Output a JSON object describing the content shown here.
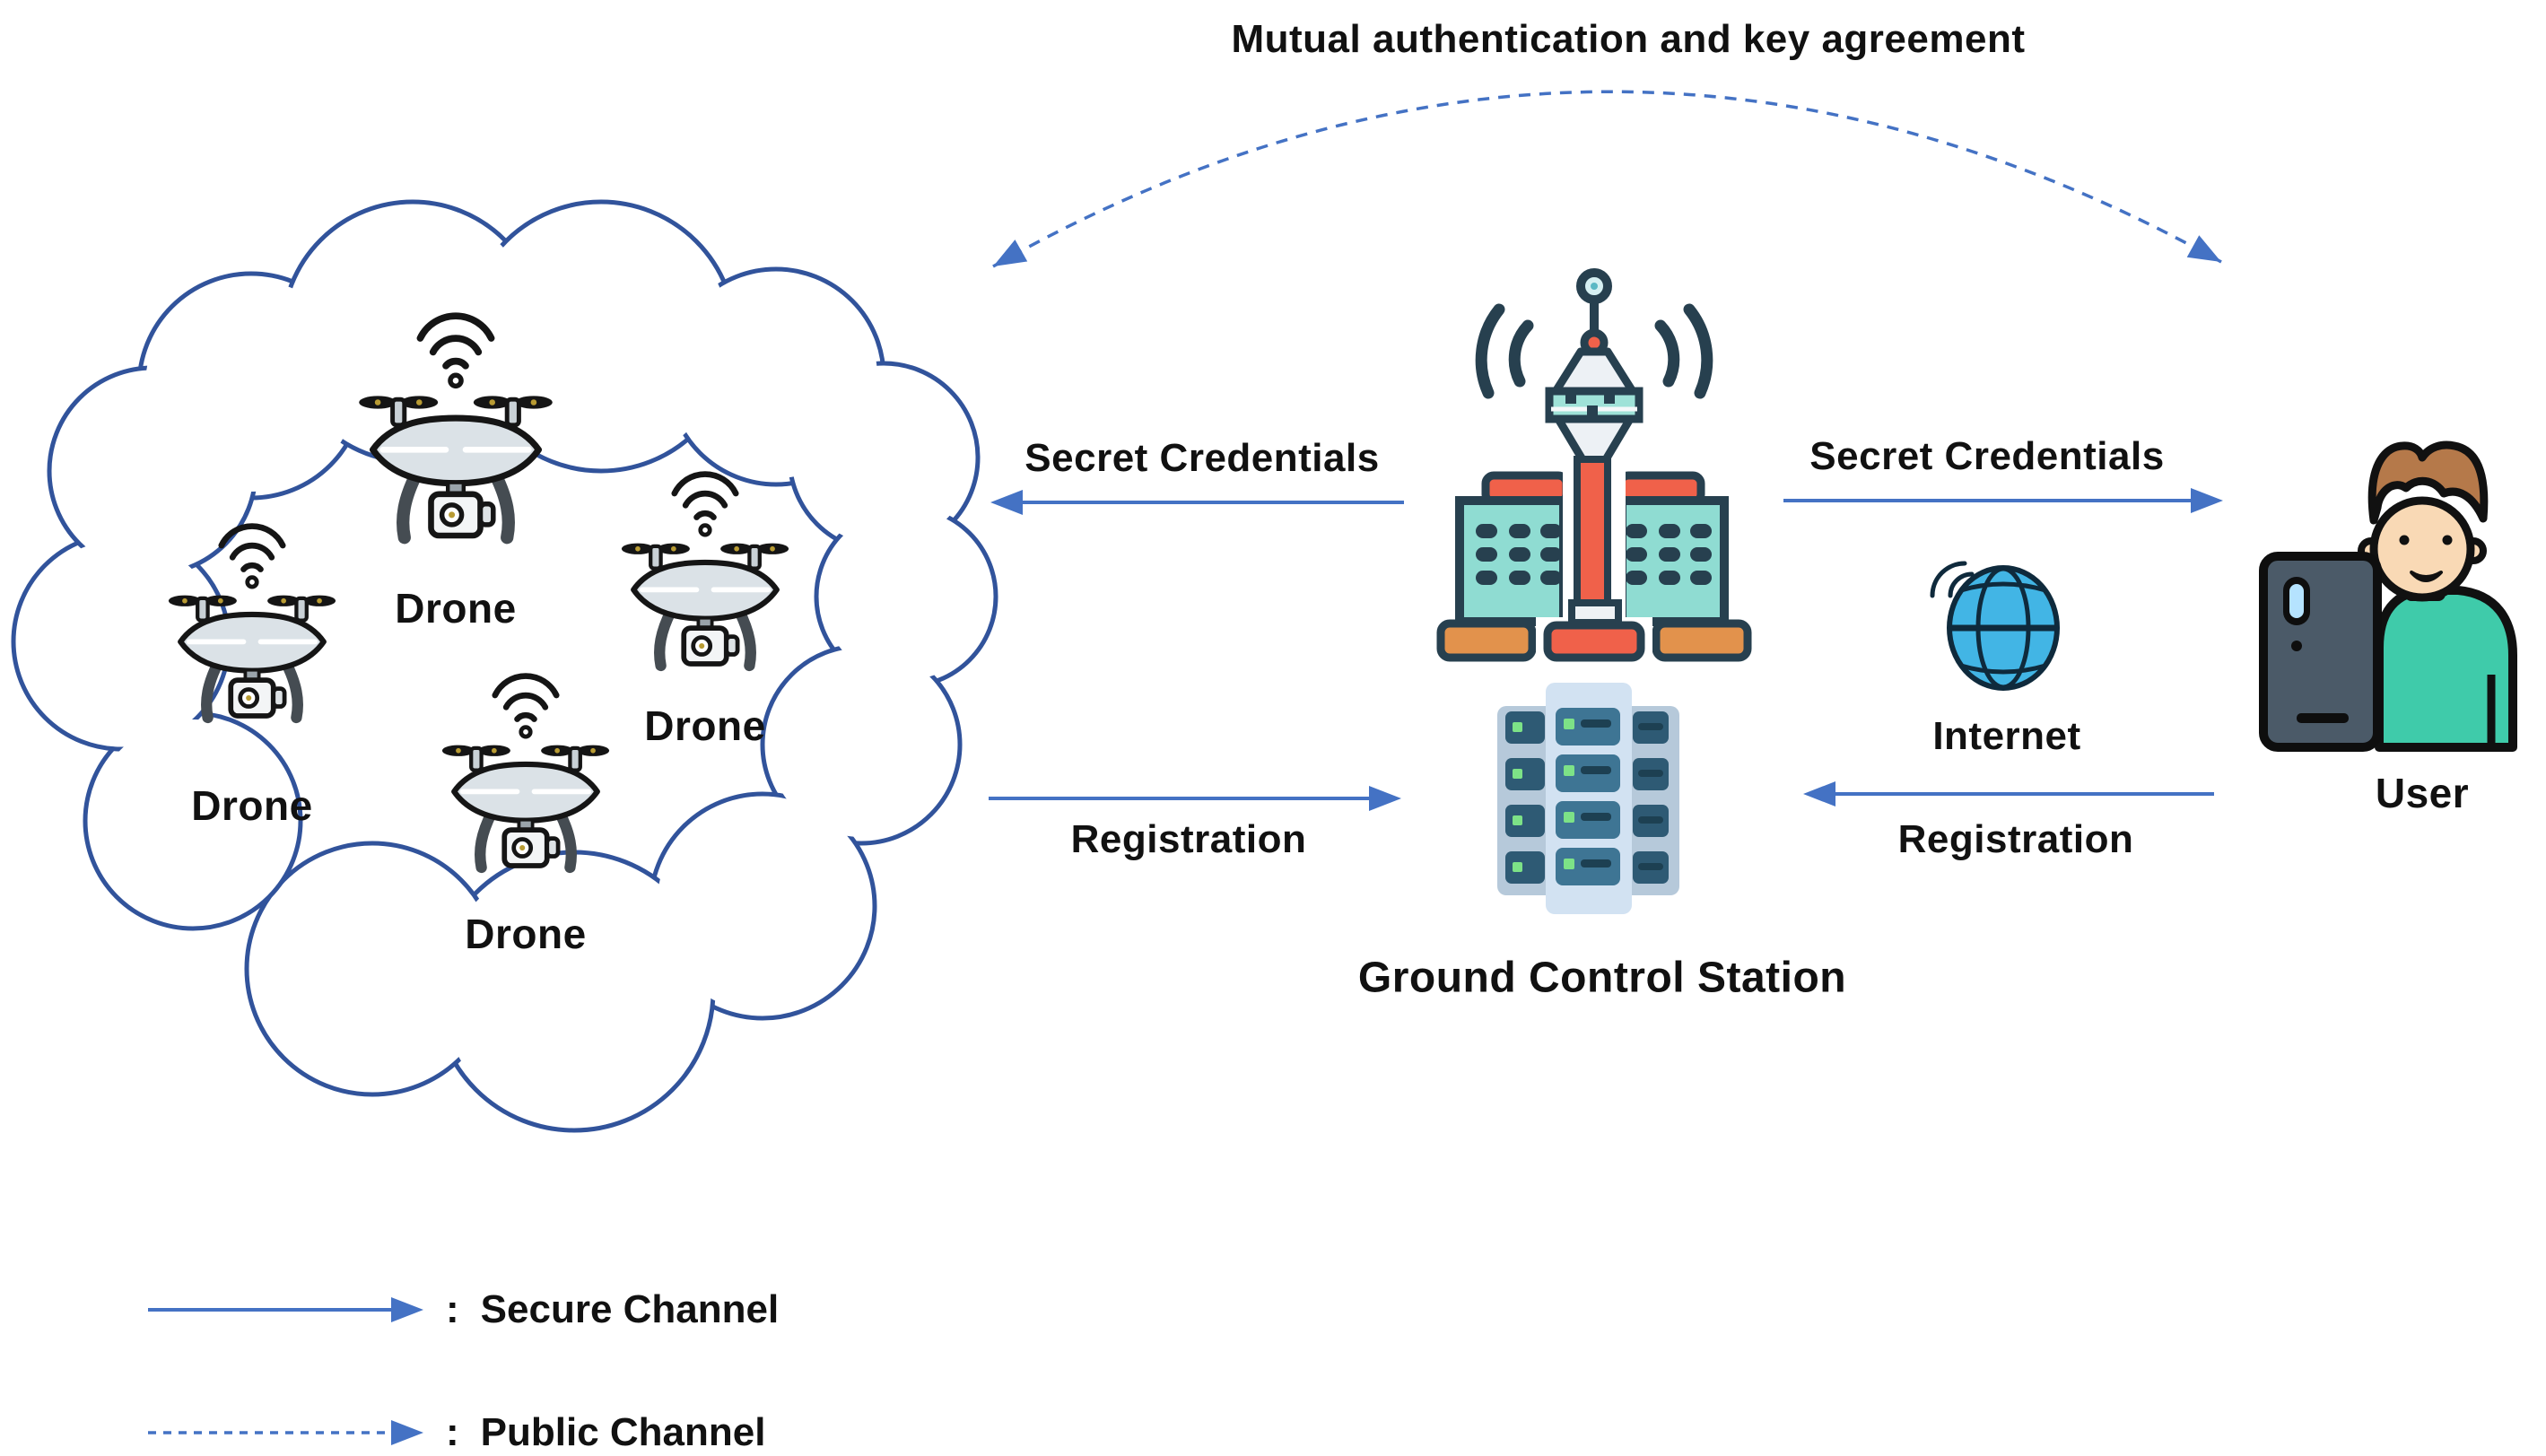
{
  "title": "Mutual authentication and key agreement",
  "cloud": {
    "drones": [
      {
        "label": "Drone"
      },
      {
        "label": "Drone"
      },
      {
        "label": "Drone"
      },
      {
        "label": "Drone"
      }
    ]
  },
  "gcs": {
    "label": "Ground Control Station"
  },
  "internet": {
    "label": "Internet"
  },
  "user": {
    "label": "User"
  },
  "channels": {
    "drones_gcs": {
      "secret_credentials": "Secret Credentials",
      "registration": "Registration"
    },
    "user_gcs": {
      "secret_credentials": "Secret Credentials",
      "registration": "Registration"
    }
  },
  "legend": {
    "secure": {
      "separator": ":",
      "label": "Secure Channel"
    },
    "public": {
      "separator": ":",
      "label": "Public Channel"
    }
  },
  "icons": {
    "cloud": "drone-fleet-cloud",
    "drone": "quadcopter-drone-icon",
    "gcs_tower": "control-tower-icon",
    "gcs_server": "server-rack-icon",
    "internet": "globe-signal-icon",
    "user": "person-with-phone-icon"
  },
  "colors": {
    "arrow_blue": "#4472C4",
    "cloud_outline": "#31539B",
    "text": "#111111",
    "icon_outline_navy": "#27404F",
    "teal": "#8FDCD2",
    "coral": "#F0614A",
    "orange": "#E2924C",
    "server_body": "#B6C9DA",
    "server_unit": "#2E5A74",
    "led_green": "#7DE287",
    "globe_blue": "#42B5E5",
    "shirt_green": "#3FCBAA",
    "hair_brown": "#B5794A",
    "skin": "#F9D9B5"
  }
}
